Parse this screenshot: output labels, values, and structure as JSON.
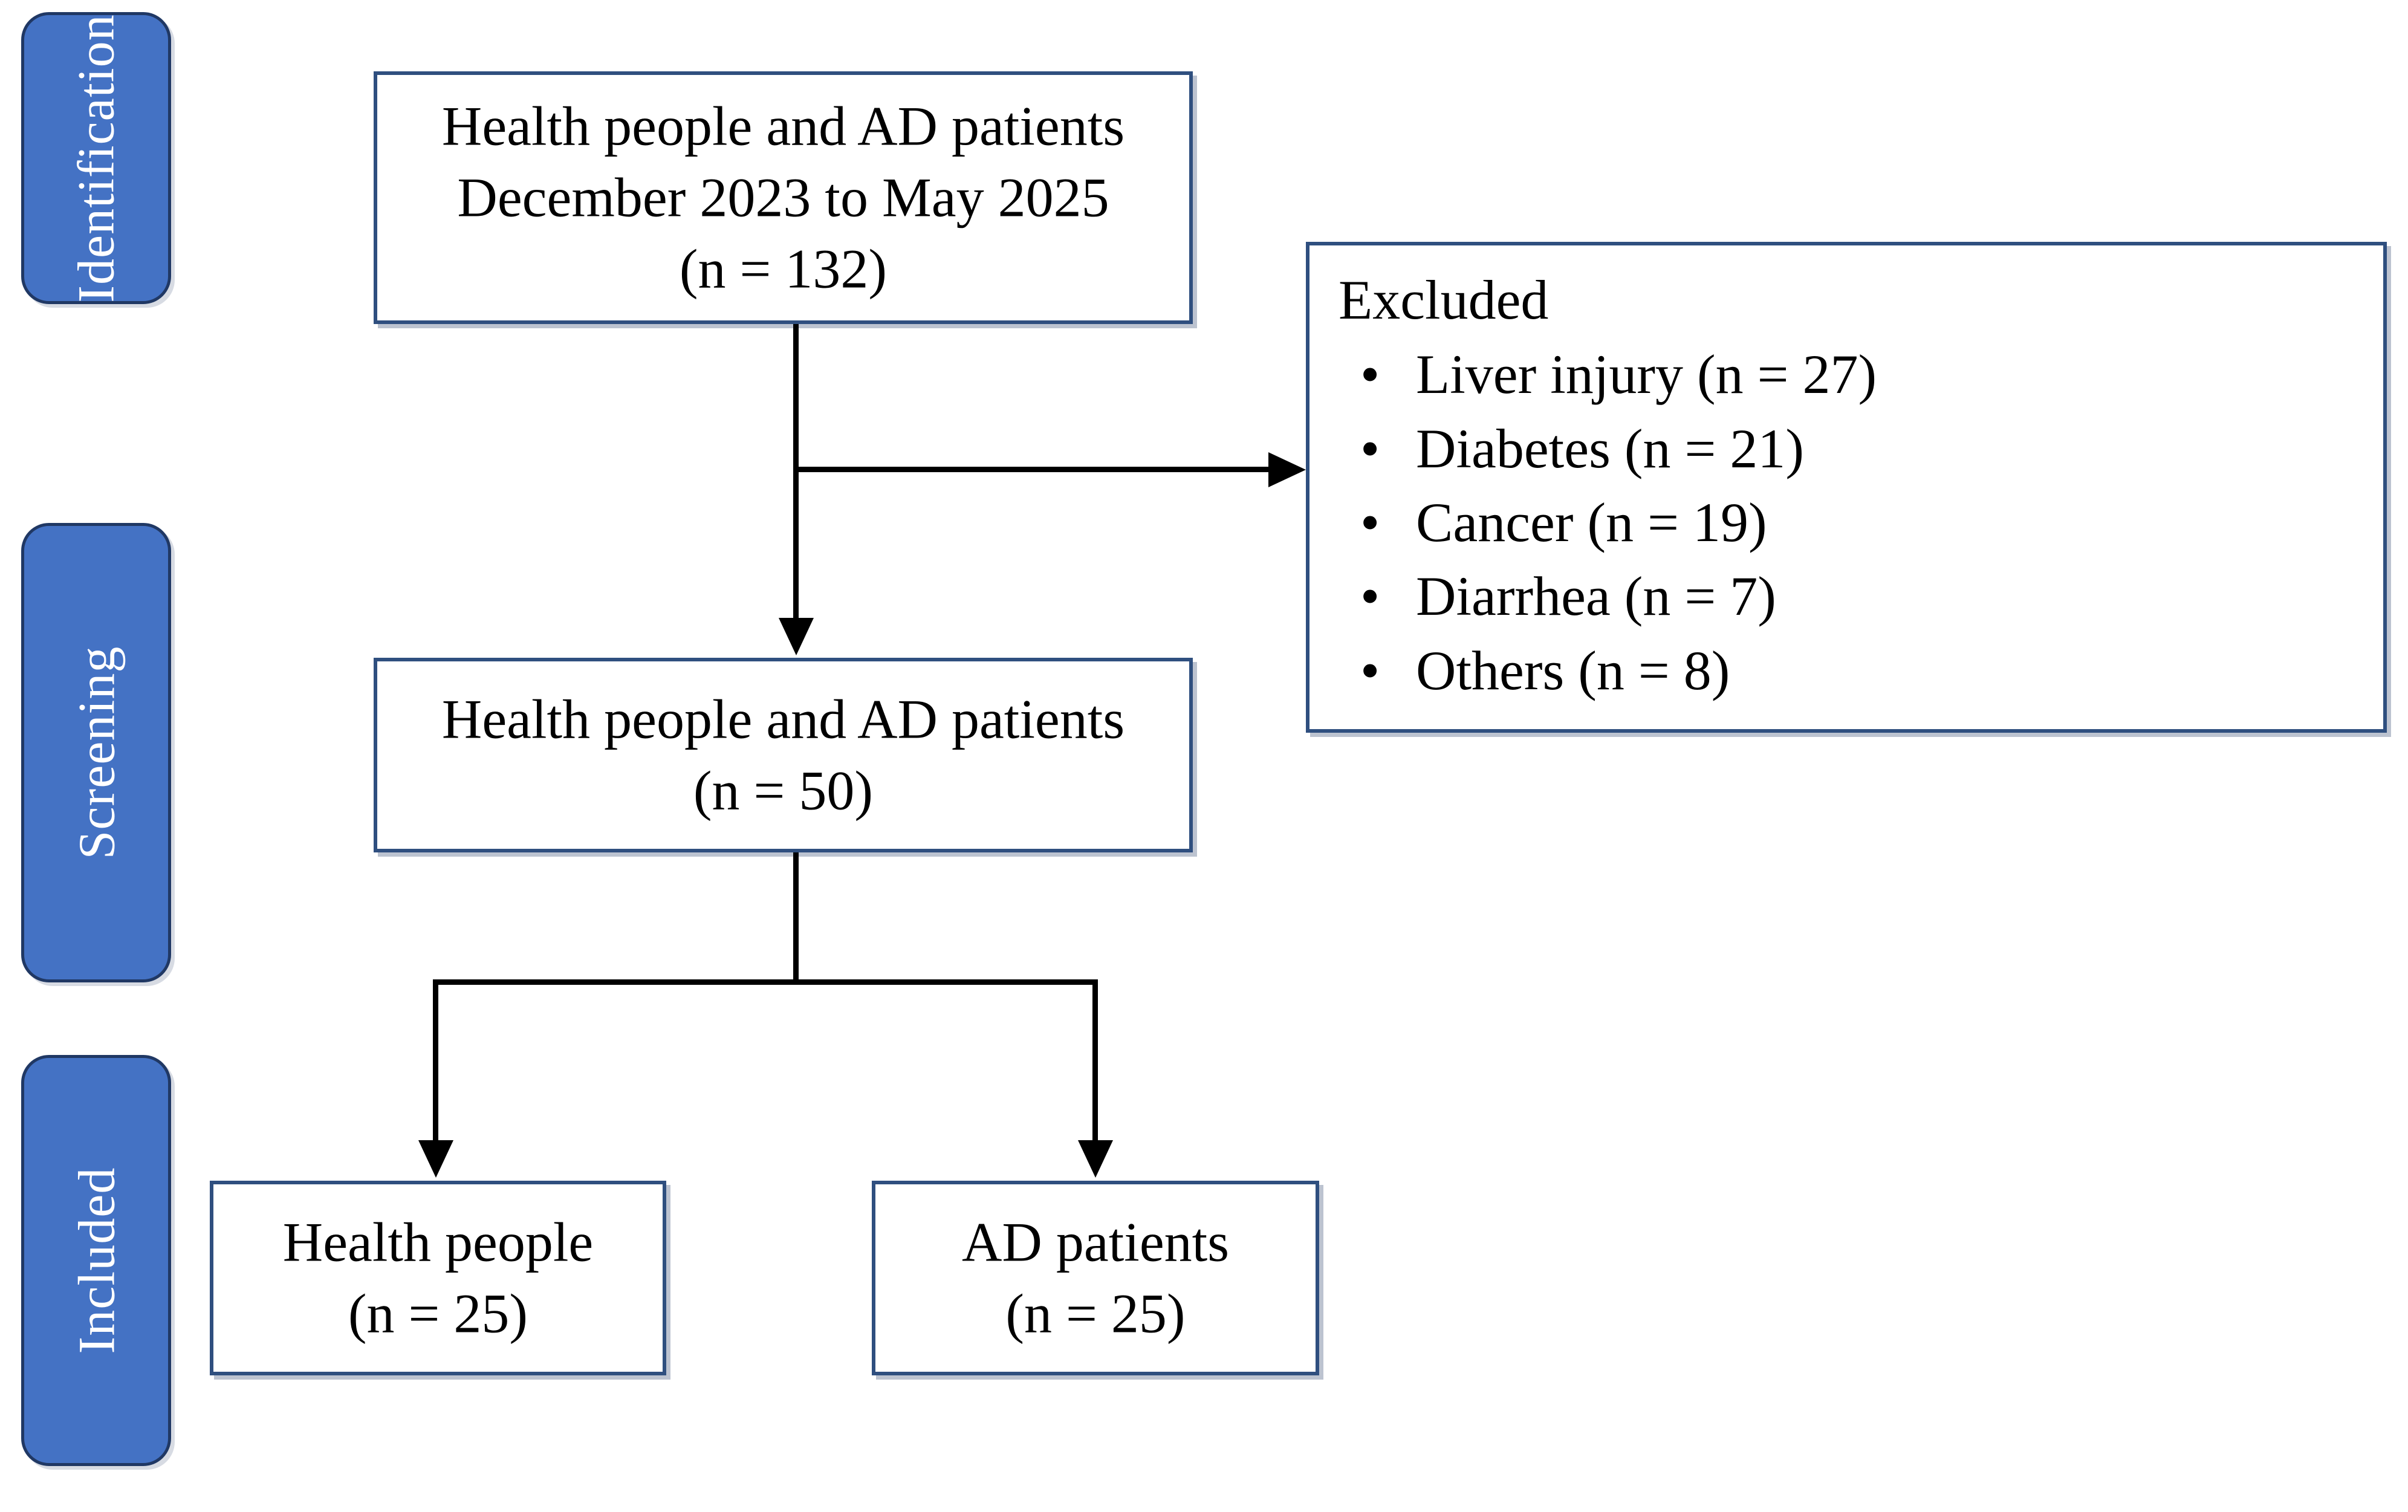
{
  "diagram": {
    "type": "prisma-flow-diagram",
    "stages": [
      {
        "id": "identification",
        "label": "Identification"
      },
      {
        "id": "screening",
        "label": "Screening"
      },
      {
        "id": "included",
        "label": "Included"
      }
    ],
    "boxes": {
      "enrollment": {
        "lines": [
          "Health people and AD patients",
          "December 2023 to May 2025",
          "(n = 132)"
        ]
      },
      "screened": {
        "lines": [
          "Health people and AD patients",
          "(n = 50)"
        ]
      },
      "healthy_group": {
        "lines": [
          "Health people",
          "(n = 25)"
        ]
      },
      "ad_group": {
        "lines": [
          "AD patients",
          "(n = 25)"
        ]
      }
    },
    "excluded": {
      "title": "Excluded",
      "bullet_glyph": "•",
      "items": [
        "Liver injury (n = 27)",
        "Diabetes (n = 21)",
        "Cancer (n = 19)",
        "Diarrhea (n = 7)",
        "Others (n = 8)"
      ]
    },
    "colors": {
      "badge_fill": "#4472C4",
      "badge_border": "#203864",
      "badge_text": "#FFFFFF",
      "box_border": "#2F4F7F",
      "box_fill": "#FFFFFF",
      "connector": "#000000"
    }
  }
}
